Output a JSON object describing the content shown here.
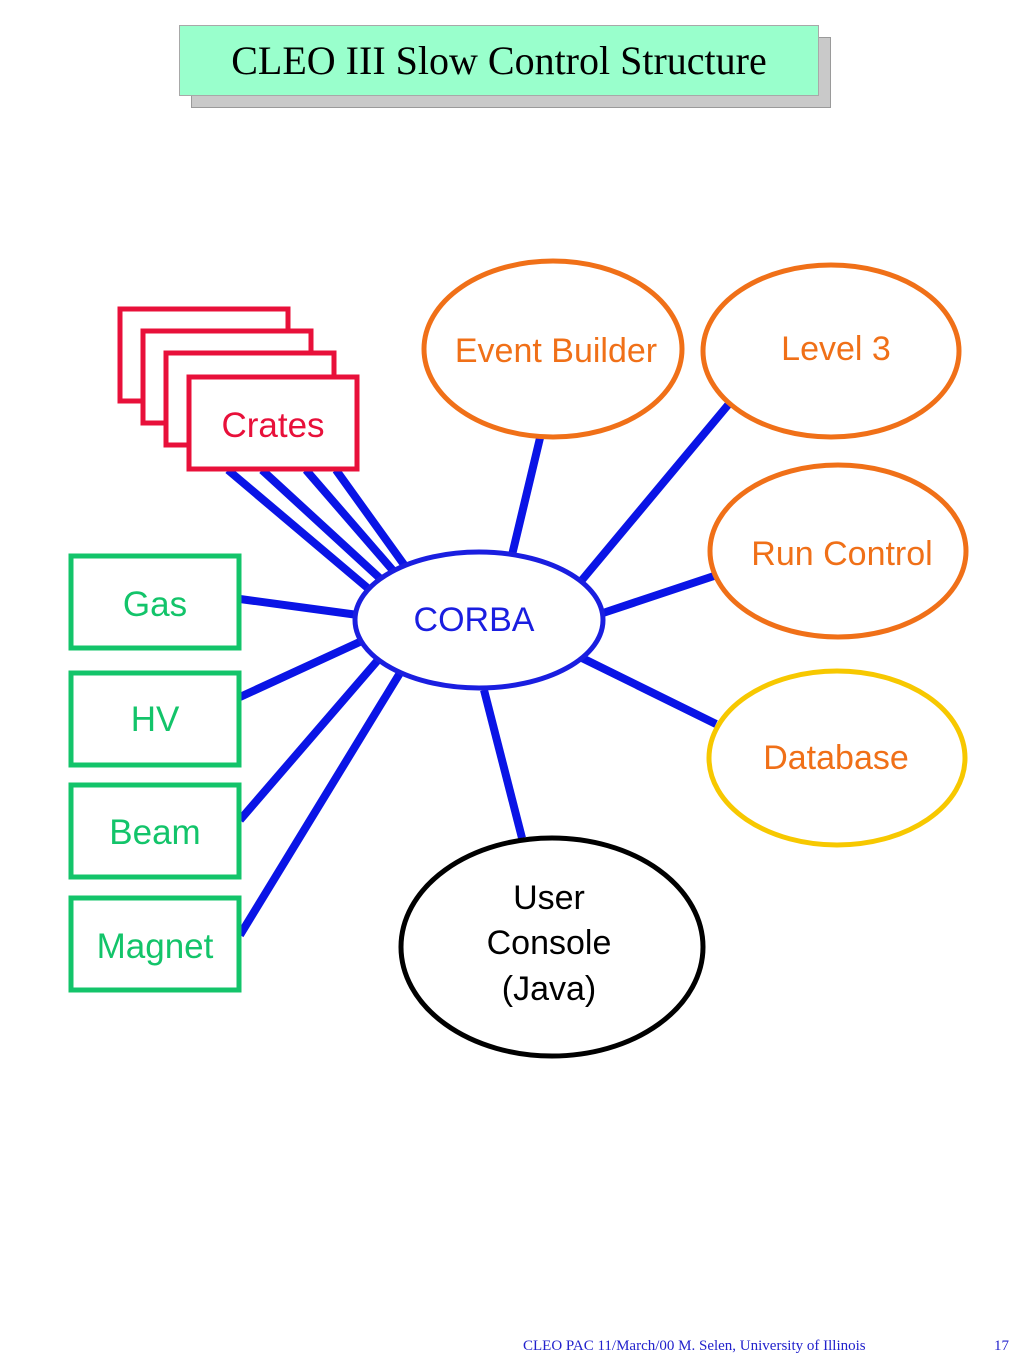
{
  "title": "CLEO III Slow Control Structure",
  "colors": {
    "link": "#0a14e6",
    "crates": "#e8103a",
    "subsystem": "#13c46a",
    "service": "#f07018",
    "database": "#f7c800",
    "console": "#000000",
    "hub": "#1a1ee0",
    "title_bg": "#99ffcc"
  },
  "nodes": {
    "corba": "CORBA",
    "crates": "Crates",
    "gas": "Gas",
    "hv": "HV",
    "beam": "Beam",
    "magnet": "Magnet",
    "event_builder": "Event Builder",
    "level3": "Level 3",
    "run_control": "Run Control",
    "database": "Database",
    "user_console": [
      "User",
      "Console",
      "(Java)"
    ]
  },
  "footer": {
    "text": "CLEO PAC  11/March/00  M. Selen, University of Illinois",
    "page": "17"
  }
}
